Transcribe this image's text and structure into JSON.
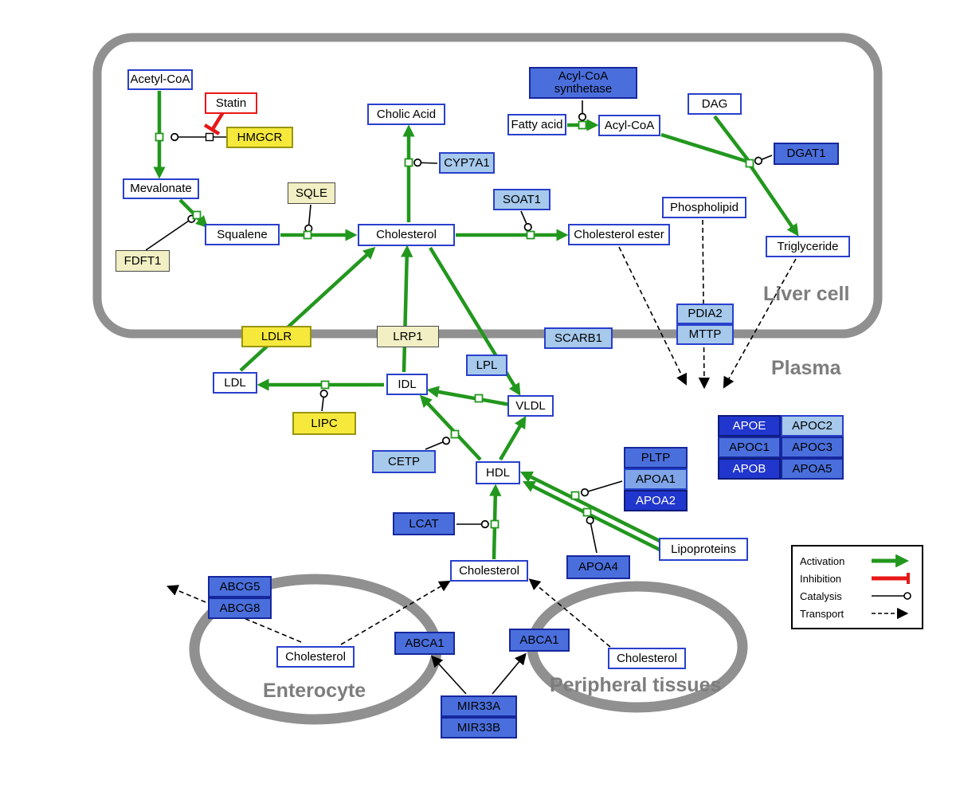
{
  "compartments": {
    "liver": "Liver cell",
    "plasma": "Plasma",
    "enterocyte": "Enterocyte",
    "peripheral": "Peripheral tissues"
  },
  "nodes": {
    "acetyl_coa": "Acetyl-CoA",
    "statin": "Statin",
    "hmgcr": "HMGCR",
    "mevalonate": "Mevalonate",
    "sqle": "SQLE",
    "squalene": "Squalene",
    "fdft1": "FDFT1",
    "cholic_acid": "Cholic Acid",
    "cyp7a1": "CYP7A1",
    "cholesterol_liver": "Cholesterol",
    "soat1": "SOAT1",
    "cholesterol_ester": "Cholesterol ester",
    "acyl_coa_synthetase": "Acyl-CoA synthetase",
    "fatty_acid": "Fatty acid",
    "acyl_coa": "Acyl-CoA",
    "dag": "DAG",
    "dgat1": "DGAT1",
    "phospholipid": "Phospholipid",
    "triglyceride": "Triglyceride",
    "pdia2": "PDIA2",
    "mttp": "MTTP",
    "ldlr": "LDLR",
    "lrp1": "LRP1",
    "scarb1": "SCARB1",
    "ldl": "LDL",
    "idl": "IDL",
    "lpl": "LPL",
    "vldl": "VLDL",
    "lipc": "LIPC",
    "cetp": "CETP",
    "hdl": "HDL",
    "lcat": "LCAT",
    "pltp": "PLTP",
    "apoa1": "APOA1",
    "apoa2": "APOA2",
    "apoa4": "APOA4",
    "lipoproteins": "Lipoproteins",
    "apoe": "APOE",
    "apoc2": "APOC2",
    "apoc1": "APOC1",
    "apoc3": "APOC3",
    "apob": "APOB",
    "apoa5": "APOA5",
    "cholesterol_center": "Cholesterol",
    "abcg5": "ABCG5",
    "abcg8": "ABCG8",
    "cholesterol_enterocyte": "Cholesterol",
    "abca1_enterocyte": "ABCA1",
    "abca1_peripheral": "ABCA1",
    "cholesterol_peripheral": "Cholesterol",
    "mir33a": "MIR33A",
    "mir33b": "MIR33B"
  },
  "legend": {
    "activation": "Activation",
    "inhibition": "Inhibition",
    "catalysis": "Catalysis",
    "transport": "Transport"
  },
  "colors": {
    "activation_green": "#22971d",
    "inhibition_red": "#e81717",
    "node_blue_border": "#2940cc",
    "node_yellow": "#f6e93c",
    "node_pale_yellow": "#f1efc3",
    "node_light_blue": "#a6c9ec",
    "node_medium_blue": "#4a6fdd",
    "node_dark_blue": "#2136cd",
    "membrane_gray": "#909090"
  }
}
